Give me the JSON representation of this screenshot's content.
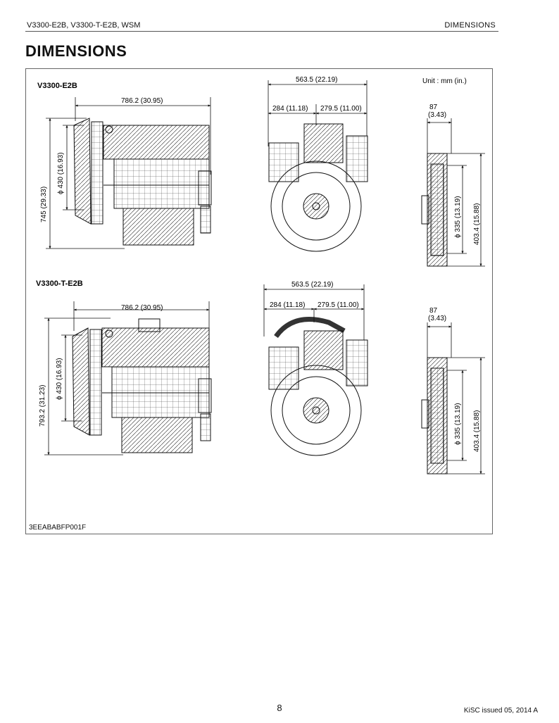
{
  "header": {
    "left": "V3300-E2B, V3300-T-E2B, WSM",
    "right": "DIMENSIONS"
  },
  "page_title": "DIMENSIONS",
  "figure": {
    "unit": "Unit  : mm (in.)",
    "id": "3EEABABFP001F",
    "models": [
      {
        "name": "V3300-E2B",
        "length": "786.2 (30.95)",
        "height": "745 (29.33)",
        "fan_dia": "ϕ 430 (16.93)",
        "width": "563.5 (22.19)",
        "width_left": "284 (11.18)",
        "width_right": "279.5 (11.00)",
        "flywheel_offset_mm": "87",
        "flywheel_offset_in": "(3.43)",
        "housing_dia": "ϕ 335 (13.19)",
        "housing_outer": "403.4 (15.88)"
      },
      {
        "name": "V3300-T-E2B",
        "length": "786.2 (30.95)",
        "height": "793.2 (31.23)",
        "fan_dia": "ϕ 430 (16.93)",
        "width": "563.5 (22.19)",
        "width_left": "284 (11.18)",
        "width_right": "279.5 (11.00)",
        "flywheel_offset_mm": "87",
        "flywheel_offset_in": "(3.43)",
        "housing_dia": "ϕ 335 (13.19)",
        "housing_outer": "403.4 (15.88)"
      }
    ]
  },
  "footer": {
    "page_number": "8",
    "issued": "KiSC issued 05, 2014 A"
  }
}
